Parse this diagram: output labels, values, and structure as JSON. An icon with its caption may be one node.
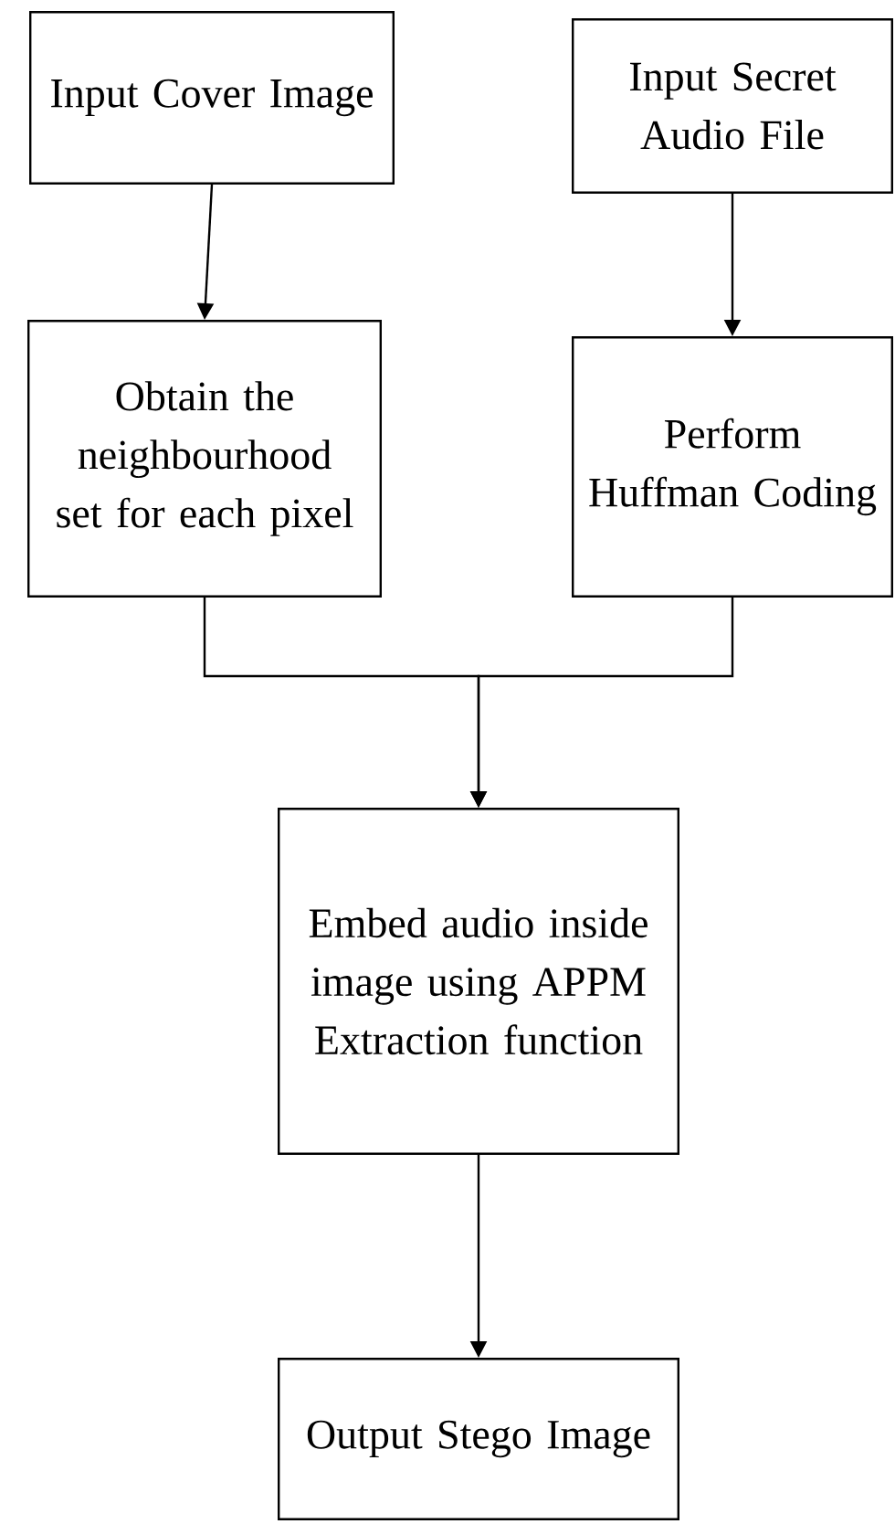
{
  "diagram": {
    "nodes": [
      {
        "text": [
          "Input Cover Image"
        ]
      },
      {
        "text": [
          "Input Secret Audio File"
        ]
      },
      {
        "text": [
          "Obtain the neighbourhood set for each pixel"
        ]
      },
      {
        "text": [
          "Perform Huffman Coding"
        ]
      },
      {
        "text": [
          "Embed audio inside image using APPM Extraction function"
        ]
      },
      {
        "text": [
          "Output Stego Image"
        ]
      }
    ],
    "edges": [
      {
        "from": 0,
        "to": 2,
        "arrow": "to"
      },
      {
        "from": 1,
        "to": 3,
        "arrow": "to"
      },
      {
        "from": 2,
        "to": 4,
        "arrow": "to"
      },
      {
        "from": 3,
        "to": 4,
        "arrow": "to"
      },
      {
        "from": 4,
        "to": 5,
        "arrow": "to"
      }
    ]
  }
}
